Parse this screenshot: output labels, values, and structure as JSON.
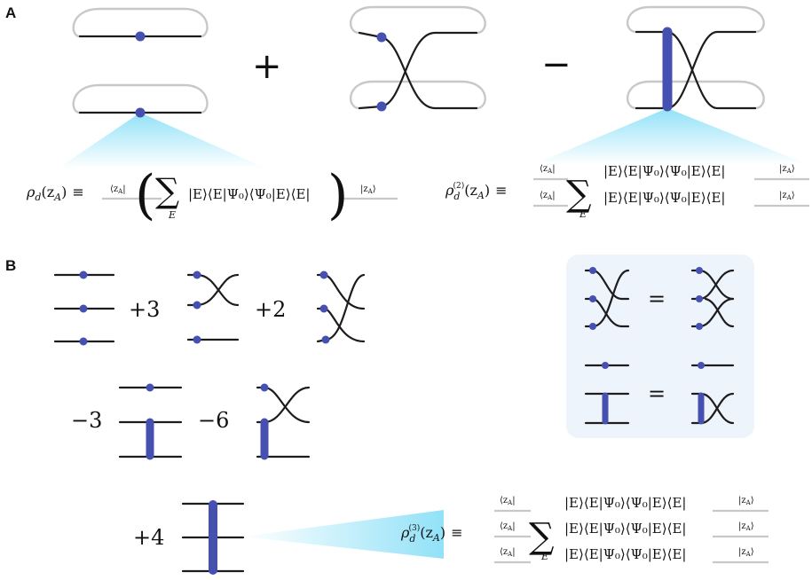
{
  "panels": {
    "a": "A",
    "b": "B"
  },
  "ops": {
    "plus": "+",
    "minus": "−",
    "equals": "="
  },
  "coefficients": {
    "c1": "+3",
    "c2": "+2",
    "c3": "−3",
    "c4": "−6",
    "c5": "+4"
  },
  "eq1": {
    "lhs": "ρ",
    "sub": "d",
    "arg": "(z",
    "argsub": "A",
    "close": ")",
    "def": "≡",
    "bra": "⟨z",
    "brasub": "A",
    "ket": "|z",
    "ketsub": "A",
    "sum": "∑",
    "sumsub": "E",
    "term": "|E⟩⟨E|Ψ₀⟩⟨Ψ₀|E⟩⟨E|"
  },
  "eq2": {
    "lhs": "ρ",
    "sub": "d",
    "sup": "(2)",
    "arg": "(z",
    "argsub": "A",
    "close": ")",
    "def": "≡",
    "bra": "⟨z",
    "brasub": "A",
    "ket": "|z",
    "ketsub": "A",
    "sum": "∑",
    "sumsub": "E",
    "term": "|E⟩⟨E|Ψ₀⟩⟨Ψ₀|E⟩⟨E|"
  },
  "eq3": {
    "lhs": "ρ",
    "sub": "d",
    "sup": "(3)",
    "arg": "(z",
    "argsub": "A",
    "close": ")",
    "def": "≡",
    "bra": "⟨z",
    "brasub": "A",
    "ket": "|z",
    "ketsub": "A",
    "sum": "∑",
    "sumsub": "E",
    "term": "|E⟩⟨E|Ψ₀⟩⟨Ψ₀|E⟩⟨E|"
  },
  "colors": {
    "accent": "#4650b0",
    "wire": "#1d1d1f",
    "loop": "#c8c8c8",
    "highlight": "#eef4fb",
    "glow": "#6fd8f5"
  },
  "icons": {
    "dot": "filled-circle",
    "bar": "vertical-thick-bar"
  }
}
